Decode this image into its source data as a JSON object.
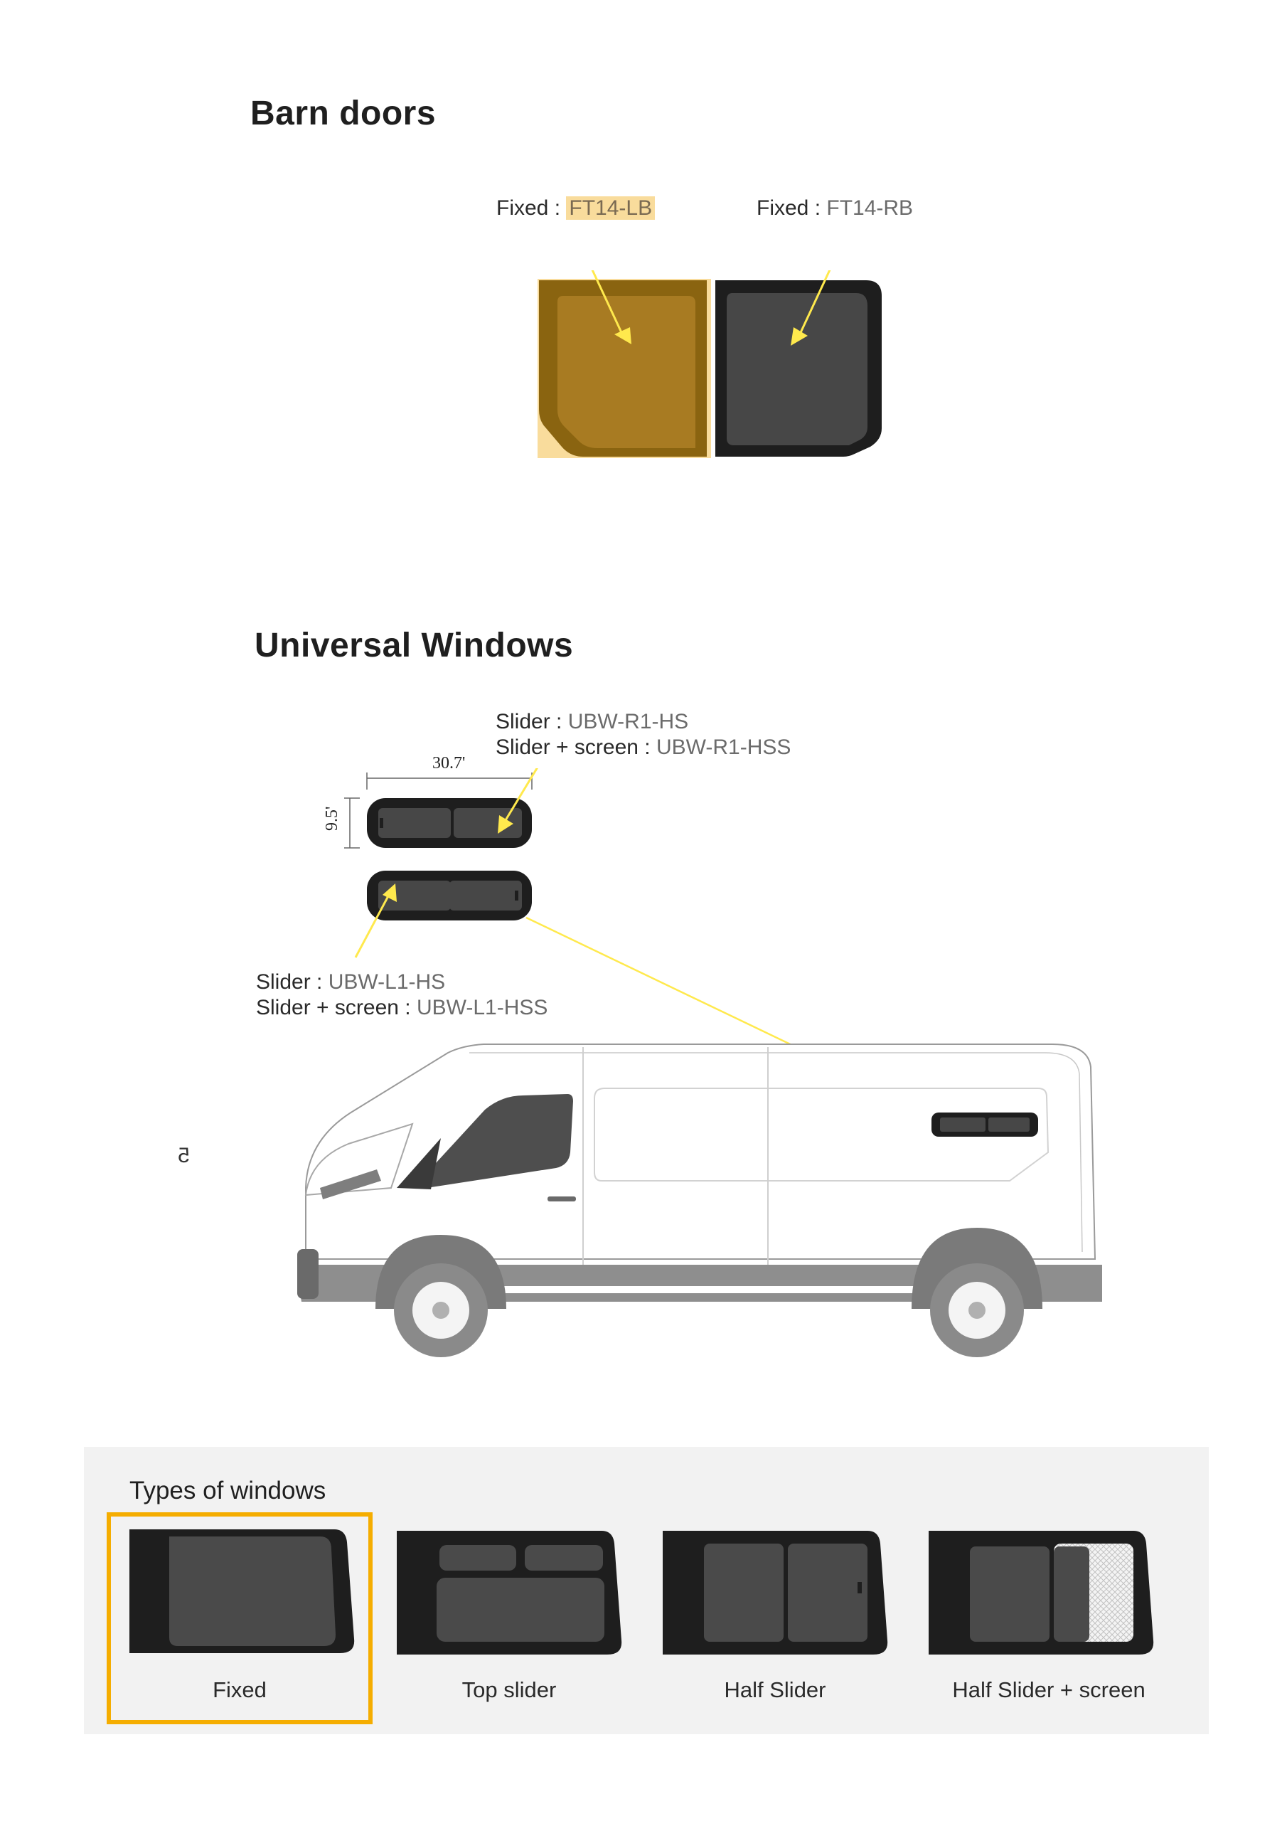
{
  "barn": {
    "title": "Barn doors",
    "left": {
      "label": "Fixed : ",
      "code": "FT14-LB"
    },
    "right": {
      "label": "Fixed : ",
      "code": "FT14-RB"
    }
  },
  "universal": {
    "title": "Universal Windows",
    "right_slider": {
      "label": "Slider : ",
      "code": "UBW-R1-HS"
    },
    "right_slider_screen": {
      "label": "Slider + screen : ",
      "code": "UBW-R1-HSS"
    },
    "left_slider": {
      "label": "Slider : ",
      "code": "UBW-L1-HS"
    },
    "left_slider_screen": {
      "label": "Slider + screen : ",
      "code": "UBW-L1-HSS"
    },
    "width_dim": "30.7'",
    "height_dim": "9.5'"
  },
  "margin_mark": "5",
  "types": {
    "title": "Types of windows",
    "items": [
      {
        "label": "Fixed",
        "selected": true
      },
      {
        "label": "Top slider",
        "selected": false
      },
      {
        "label": "Half Slider",
        "selected": false
      },
      {
        "label": "Half Slider + screen",
        "selected": false
      }
    ]
  },
  "colors": {
    "accent": "#f5ad00",
    "arrow": "#ffe94d",
    "highlight": "#f9dc9c",
    "panel": "#f2f2f2"
  }
}
